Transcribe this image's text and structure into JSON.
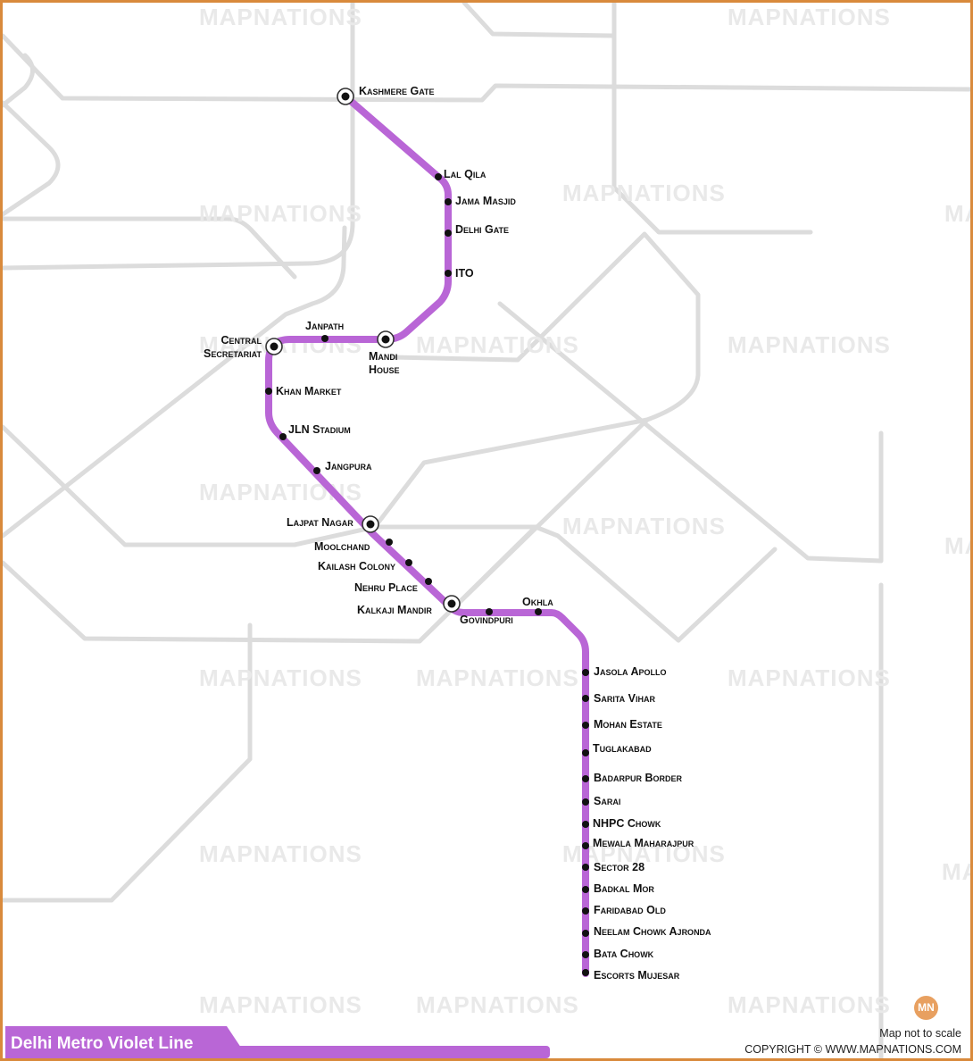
{
  "title": "Delhi Metro Violet Line",
  "watermark": "MAPNATIONS",
  "logo_text": "MN",
  "scale_note": "Map not to scale",
  "copyright": "COPYRIGHT © WWW.MAPNATIONS.COM",
  "colors": {
    "line": "#b966d6",
    "roads": "#dcdcdc",
    "border": "#d98a3c",
    "logo": "#e8a060"
  },
  "stations": [
    {
      "name": "Kashmere Gate",
      "interchange": true
    },
    {
      "name": "Lal Qila",
      "interchange": false
    },
    {
      "name": "Jama Masjid",
      "interchange": false
    },
    {
      "name": "Delhi Gate",
      "interchange": false
    },
    {
      "name": "ITO",
      "interchange": false
    },
    {
      "name": "Mandi House",
      "interchange": true
    },
    {
      "name": "Janpath",
      "interchange": false
    },
    {
      "name": "Central Secretariat",
      "interchange": true
    },
    {
      "name": "Khan Market",
      "interchange": false
    },
    {
      "name": "JLN Stadium",
      "interchange": false
    },
    {
      "name": "Jangpura",
      "interchange": false
    },
    {
      "name": "Lajpat Nagar",
      "interchange": true
    },
    {
      "name": "Moolchand",
      "interchange": false
    },
    {
      "name": "Kailash Colony",
      "interchange": false
    },
    {
      "name": "Nehru Place",
      "interchange": false
    },
    {
      "name": "Kalkaji Mandir",
      "interchange": true
    },
    {
      "name": "Govindpuri",
      "interchange": false
    },
    {
      "name": "Okhla",
      "interchange": false
    },
    {
      "name": "Jasola Apollo",
      "interchange": false
    },
    {
      "name": "Sarita Vihar",
      "interchange": false
    },
    {
      "name": "Mohan Estate",
      "interchange": false
    },
    {
      "name": "Tuglakabad",
      "interchange": false
    },
    {
      "name": "Badarpur Border",
      "interchange": false
    },
    {
      "name": "Sarai",
      "interchange": false
    },
    {
      "name": "NHPC Chowk",
      "interchange": false
    },
    {
      "name": "Mewala Maharajpur",
      "interchange": false
    },
    {
      "name": "Sector 28",
      "interchange": false
    },
    {
      "name": "Badkal Mor",
      "interchange": false
    },
    {
      "name": "Faridabad Old",
      "interchange": false
    },
    {
      "name": "Neelam Chowk Ajronda",
      "interchange": false
    },
    {
      "name": "Bata Chowk",
      "interchange": false
    },
    {
      "name": "Escorts Mujesar",
      "interchange": false
    }
  ]
}
